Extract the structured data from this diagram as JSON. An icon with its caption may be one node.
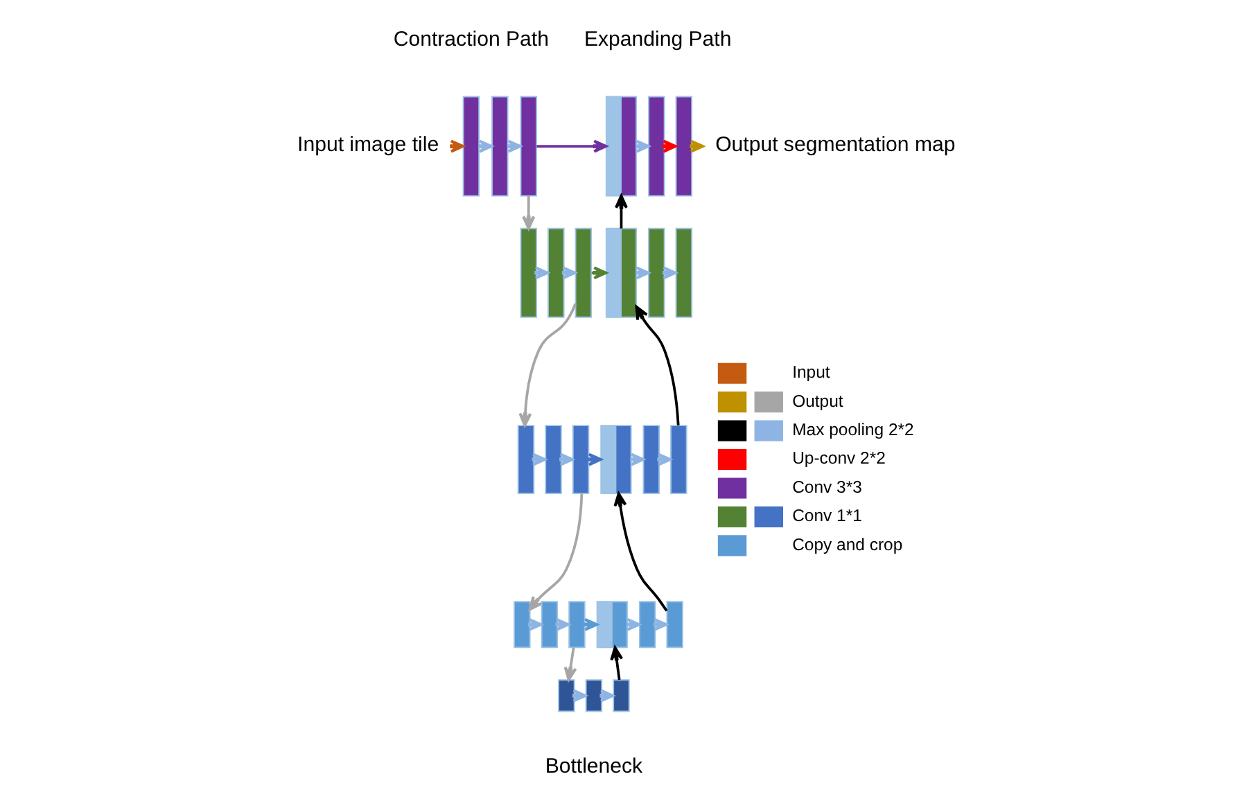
{
  "diagram": {
    "nodes": [
      {
        "text": [
          "Input image tile"
        ]
      },
      {
        "text": [],
        "shape": "bar"
      },
      {
        "text": [],
        "shape": "bar"
      },
      {
        "text": [],
        "shape": "bar"
      },
      {
        "text": [],
        "shape": "bar"
      },
      {
        "text": [],
        "shape": "bar"
      },
      {
        "text": [],
        "shape": "bar"
      },
      {
        "text": [
          "Output segmentation map"
        ]
      },
      {
        "text": [],
        "shape": "bar"
      },
      {
        "text": [],
        "shape": "bar"
      },
      {
        "text": [],
        "shape": "bar"
      },
      {
        "text": [],
        "shape": "bar"
      },
      {
        "text": [],
        "shape": "bar"
      },
      {
        "text": [],
        "shape": "bar"
      },
      {
        "text": [],
        "shape": "bar"
      },
      {
        "text": [],
        "shape": "bar"
      },
      {
        "text": [],
        "shape": "bar"
      },
      {
        "text": [],
        "shape": "bar"
      },
      {
        "text": [],
        "shape": "bar"
      },
      {
        "text": [],
        "shape": "bar"
      },
      {
        "text": [],
        "shape": "bar"
      },
      {
        "text": [],
        "shape": "bar"
      },
      {
        "text": [],
        "shape": "bar"
      },
      {
        "text": [],
        "shape": "bar"
      },
      {
        "text": [],
        "shape": "bar"
      },
      {
        "text": [],
        "shape": "bar"
      },
      {
        "text": [],
        "shape": "bar"
      },
      {
        "text": [],
        "shape": "bar"
      },
      {
        "text": [],
        "shape": "bar"
      }
    ],
    "edges": [
      {
        "from": 0,
        "to": 1,
        "arrow": "to",
        "color": "#c55a11"
      },
      {
        "from": 1,
        "to": 2,
        "arrow": "to"
      },
      {
        "from": 2,
        "to": 3,
        "arrow": "to"
      },
      {
        "from": 3,
        "to": 4,
        "arrow": "to",
        "color": "#7030a0"
      },
      {
        "from": 4,
        "to": 5,
        "arrow": "to"
      },
      {
        "from": 5,
        "to": 6,
        "arrow": "to",
        "color": "#ff0000"
      },
      {
        "from": 6,
        "to": 7,
        "arrow": "to",
        "color": "#bf9000"
      },
      {
        "from": 3,
        "to": 8,
        "arrow": "to",
        "color": "#a6a6a6"
      },
      {
        "from": 8,
        "to": 9,
        "arrow": "to"
      },
      {
        "from": 9,
        "to": 10,
        "arrow": "to"
      },
      {
        "from": 10,
        "to": 11,
        "arrow": "to",
        "color": "#548235"
      },
      {
        "from": 11,
        "to": 12,
        "arrow": "to"
      },
      {
        "from": 12,
        "to": 13,
        "arrow": "to"
      },
      {
        "from": 11,
        "to": 4,
        "arrow": "to",
        "color": "#000000"
      },
      {
        "from": 10,
        "to": 14,
        "arrow": "to",
        "color": "#a6a6a6"
      },
      {
        "from": 14,
        "to": 15,
        "arrow": "to"
      },
      {
        "from": 15,
        "to": 16,
        "arrow": "to"
      },
      {
        "from": 16,
        "to": 17,
        "arrow": "to",
        "color": "#4472c4"
      },
      {
        "from": 17,
        "to": 18,
        "arrow": "to"
      },
      {
        "from": 18,
        "to": 19,
        "arrow": "to"
      },
      {
        "from": 19,
        "to": 11,
        "arrow": "to",
        "color": "#000000"
      },
      {
        "from": 16,
        "to": 20,
        "arrow": "to",
        "color": "#a6a6a6"
      },
      {
        "from": 20,
        "to": 21,
        "arrow": "to"
      },
      {
        "from": 21,
        "to": 22,
        "arrow": "to"
      },
      {
        "from": 22,
        "to": 23,
        "arrow": "to",
        "color": "#5b9bd5"
      },
      {
        "from": 23,
        "to": 24,
        "arrow": "to"
      },
      {
        "from": 24,
        "to": 25,
        "arrow": "to"
      },
      {
        "from": 25,
        "to": 17,
        "arrow": "to",
        "color": "#000000"
      },
      {
        "from": 22,
        "to": 26,
        "arrow": "to",
        "color": "#a6a6a6"
      },
      {
        "from": 26,
        "to": 27,
        "arrow": "to"
      },
      {
        "from": 27,
        "to": 28,
        "arrow": "to"
      },
      {
        "from": 28,
        "to": 23,
        "arrow": "to",
        "color": "#000000"
      }
    ],
    "labels": [
      "Contraction Path",
      "Expanding Path",
      "Bottleneck"
    ],
    "legend": [
      {
        "text": "Input"
      },
      {
        "text": "Output"
      },
      {
        "text": "Max pooling 2*2"
      },
      {
        "text": "Up-conv 2*2"
      },
      {
        "text": "Conv 3*3"
      },
      {
        "text": "Conv 1*1"
      },
      {
        "text": "Copy and crop"
      }
    ]
  }
}
